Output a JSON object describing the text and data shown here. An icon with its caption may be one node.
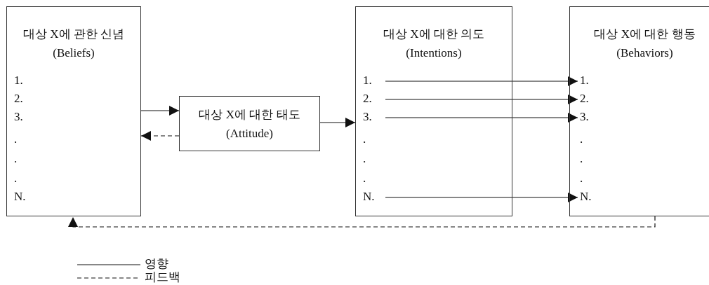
{
  "diagram": {
    "nodes": [
      {
        "text": [
          "대상 X에 관한 신념 (Beliefs)"
        ]
      },
      {
        "text": [
          "1."
        ],
        "in": 0
      },
      {
        "text": [
          "2."
        ],
        "in": 0
      },
      {
        "text": [
          "3."
        ],
        "in": 0
      },
      {
        "text": [
          "."
        ],
        "in": 0
      },
      {
        "text": [
          "."
        ],
        "in": 0
      },
      {
        "text": [
          "."
        ],
        "in": 0
      },
      {
        "text": [
          "N."
        ],
        "in": 0
      },
      {
        "text": [
          "대상 X에 대한 태도 (Attitude)"
        ]
      },
      {
        "text": [
          "대상 X에 대한 의도 (Intentions)"
        ]
      },
      {
        "text": [
          "1."
        ],
        "in": 9
      },
      {
        "text": [
          "2."
        ],
        "in": 9
      },
      {
        "text": [
          "3."
        ],
        "in": 9
      },
      {
        "text": [
          "."
        ],
        "in": 9
      },
      {
        "text": [
          "."
        ],
        "in": 9
      },
      {
        "text": [
          "."
        ],
        "in": 9
      },
      {
        "text": [
          "N."
        ],
        "in": 9
      },
      {
        "text": [
          "대상 X에 대한 행동 (Behaviors)"
        ]
      },
      {
        "text": [
          "1."
        ],
        "in": 17
      },
      {
        "text": [
          "2."
        ],
        "in": 17
      },
      {
        "text": [
          "3."
        ],
        "in": 17
      },
      {
        "text": [
          "."
        ],
        "in": 17
      },
      {
        "text": [
          "."
        ],
        "in": 17
      },
      {
        "text": [
          "."
        ],
        "in": 17
      },
      {
        "text": [
          "N."
        ],
        "in": 17
      }
    ],
    "edges": [
      {
        "from": 0,
        "to": 8,
        "arrow": "to"
      },
      {
        "from": 8,
        "to": 0,
        "arrow": "to",
        "style": "dashed"
      },
      {
        "from": 8,
        "to": 9,
        "arrow": "to"
      },
      {
        "from": 10,
        "to": 18,
        "arrow": "to"
      },
      {
        "from": 11,
        "to": 19,
        "arrow": "to"
      },
      {
        "from": 12,
        "to": 20,
        "arrow": "to"
      },
      {
        "from": 16,
        "to": 24,
        "arrow": "to"
      },
      {
        "from": 17,
        "to": 0,
        "arrow": "to",
        "style": "dashed"
      }
    ],
    "legend": [
      {
        "text": "영향"
      },
      {
        "text": "피드백"
      }
    ]
  }
}
